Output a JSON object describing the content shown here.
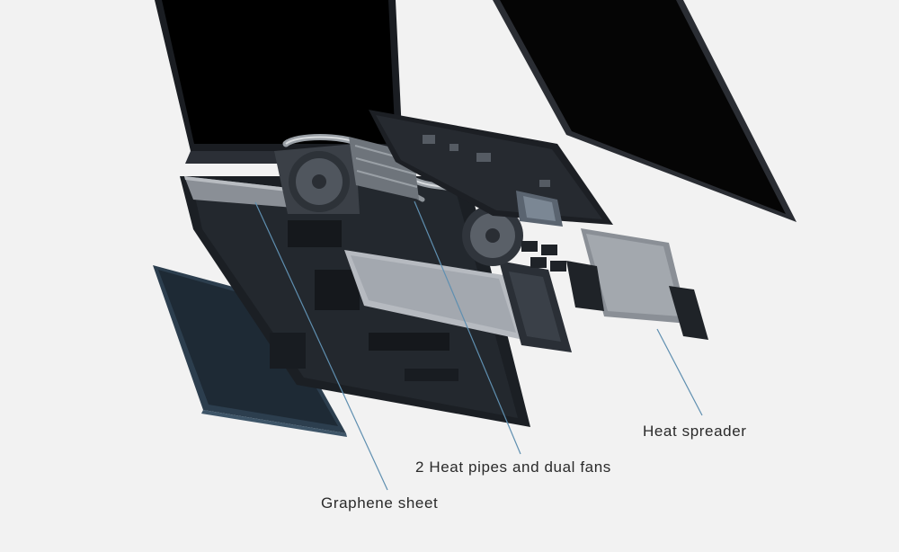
{
  "image": {
    "subject": "exploded-view-laptop",
    "background_color": "#f2f2f2",
    "callouts": [
      {
        "id": "heat-spreader",
        "label": "Heat spreader"
      },
      {
        "id": "heat-pipes",
        "label": "2 Heat pipes and dual fans"
      },
      {
        "id": "graphene",
        "label": "Graphene sheet"
      }
    ],
    "leader_line_color": "#5f8fb0"
  }
}
